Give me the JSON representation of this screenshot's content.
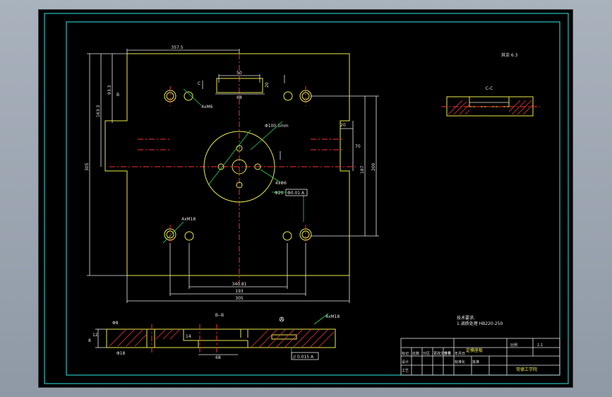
{
  "colors": {
    "background": "#000000",
    "frame": "#2ee6e6",
    "part_outline": "#e8e84a",
    "dimension": "#e6e6e6",
    "centerline": "#ff2b2b",
    "hatch": "#ff3b3b",
    "leader": "#22d65a"
  },
  "plan_view": {
    "dims": {
      "width_top": "357.5",
      "slot_width": "50",
      "slot_depth": "68",
      "slot_height": "20",
      "left_offset_1": "93.3",
      "left_offset_2": "163.3",
      "total_height": "305",
      "right_notch_width": "20",
      "right_notch_height": "70",
      "right_height_1": "187",
      "right_height_2": "200",
      "hole_spacing": "340.81",
      "bottom_1": "193",
      "bottom_2": "305"
    },
    "annotations": {
      "center_hole": "Φ100 1mm",
      "tapped_holes": "4xM6",
      "small_hole": "4xΦ6",
      "corner_holes": "4xM18",
      "diameter_20": "Φ20",
      "tolerance_frame": "Φ0.01 A",
      "section_c": "C",
      "section_b": "B"
    }
  },
  "section_bb": {
    "title": "B--B",
    "dims": {
      "d1": "Φ8",
      "d2": "Φ18",
      "h1": "12",
      "h2": "8",
      "w1": "14",
      "w2": "68",
      "thread": "4xM18",
      "datum": "A"
    },
    "tolerance_frame": "// 0.015 A"
  },
  "section_cc": {
    "title": "C-C"
  },
  "surface_finish": "其余 6.3",
  "tech_requirements": {
    "heading": "技术要求:",
    "line1": "1.调质处理 HB220-250"
  },
  "title_block": {
    "part_name": "定模座板",
    "scale_label": "比例",
    "scale_value": "1:1",
    "rows": [
      "标记",
      "处数",
      "分区",
      "更改文件号",
      "签名",
      "年月日"
    ],
    "designer_label": "设计",
    "standardize_label": "标准化",
    "process_label": "工艺",
    "approve_label": "批准",
    "school": "常德工学院"
  }
}
